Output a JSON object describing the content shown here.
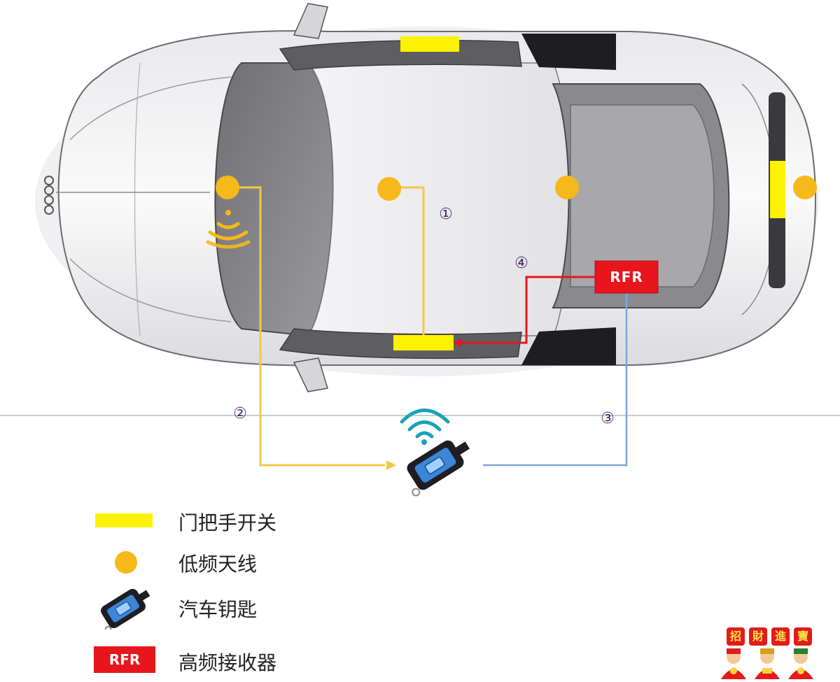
{
  "diagram": {
    "step_labels": [
      "①",
      "②",
      "③",
      "④"
    ],
    "rfr_label": "RFR",
    "colors": {
      "handle_switch": "#fff200",
      "lf_antenna": "#f6b81a",
      "rfr_box": "#e8151c",
      "path_yellow": "#f3c84a",
      "path_red": "#e8151c",
      "path_blue": "#7ea6d8",
      "signal_teal": "#16a3b8"
    },
    "icons": [
      "car-top-view",
      "key-fob-icon",
      "wifi-signal-icon",
      "low-frequency-wave-icon"
    ]
  },
  "legend": {
    "items": [
      {
        "label": "门把手开关",
        "icon": "door-handle-switch-swatch"
      },
      {
        "label": "低频天线",
        "icon": "antenna-dot-swatch"
      },
      {
        "label": "汽车钥匙",
        "icon": "car-key-icon"
      },
      {
        "label": "高频接收器",
        "icon": "rfr-receiver-swatch",
        "tag": "RFR"
      }
    ]
  },
  "badge": {
    "chars": [
      "招",
      "財",
      "進",
      "寶"
    ]
  }
}
